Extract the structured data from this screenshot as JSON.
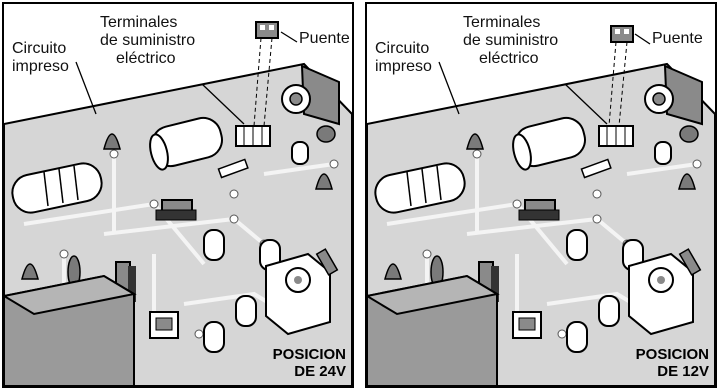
{
  "panels": [
    {
      "id": "left",
      "labels": {
        "pcb": [
          "Circuito",
          "impreso"
        ],
        "terminals": [
          "Terminales",
          "de suministro",
          "eléctrico"
        ],
        "jumper": "Puente"
      },
      "position": [
        "POSICION",
        "DE 24V"
      ]
    },
    {
      "id": "right",
      "labels": {
        "pcb": [
          "Circuito",
          "impreso"
        ],
        "terminals": [
          "Terminales",
          "de suministro",
          "eléctrico"
        ],
        "jumper": "Puente"
      },
      "position": [
        "POSICION",
        "DE 12V"
      ]
    }
  ],
  "colors": {
    "board": "#d6d6d6",
    "trace": "#f2f2f2",
    "component_dark": "#8a8a8a",
    "outline": "#000000"
  }
}
